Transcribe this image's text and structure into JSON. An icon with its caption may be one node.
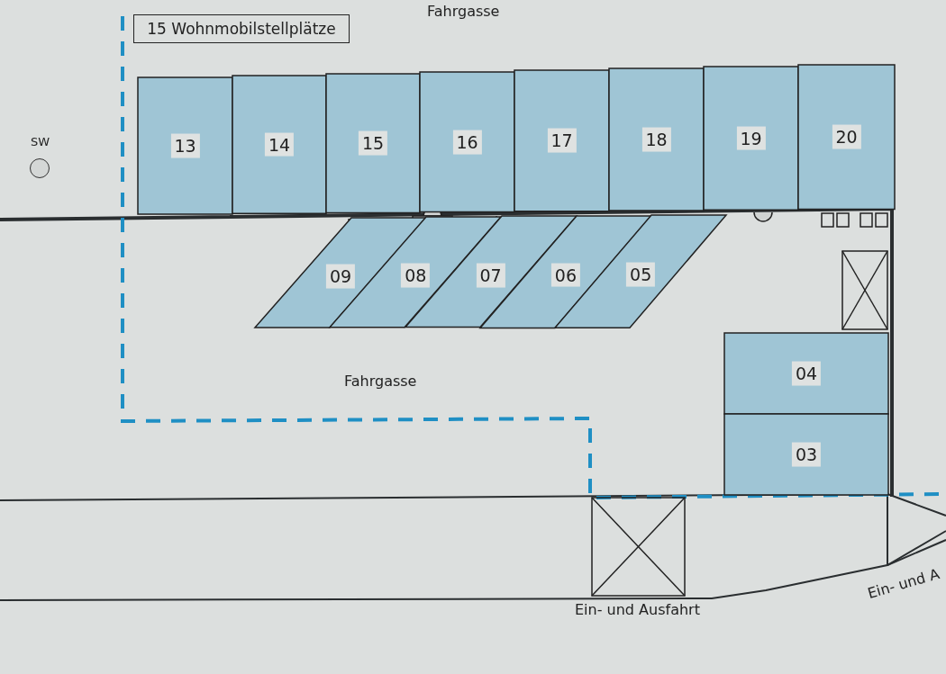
{
  "diagram": {
    "nodes": [
      {
        "text": [
          "15 Wohnmobilstellplätze"
        ]
      },
      {
        "text": [
          "SW"
        ]
      },
      {
        "text": [
          "13"
        ]
      },
      {
        "text": [
          "14"
        ]
      },
      {
        "text": [
          "15"
        ]
      },
      {
        "text": [
          "16"
        ]
      },
      {
        "text": [
          "17"
        ]
      },
      {
        "text": [
          "18"
        ]
      },
      {
        "text": [
          "19"
        ]
      },
      {
        "text": [
          "20"
        ]
      },
      {
        "text": [
          "09"
        ]
      },
      {
        "text": [
          "08"
        ]
      },
      {
        "text": [
          "07"
        ]
      },
      {
        "text": [
          "06"
        ]
      },
      {
        "text": [
          "05"
        ]
      },
      {
        "text": [
          "04"
        ]
      },
      {
        "text": [
          "03"
        ]
      }
    ],
    "labels": [
      "Fahrgasse",
      "Fahrgasse",
      "Ein- und Ausfahrt",
      "Ein- und A"
    ]
  }
}
